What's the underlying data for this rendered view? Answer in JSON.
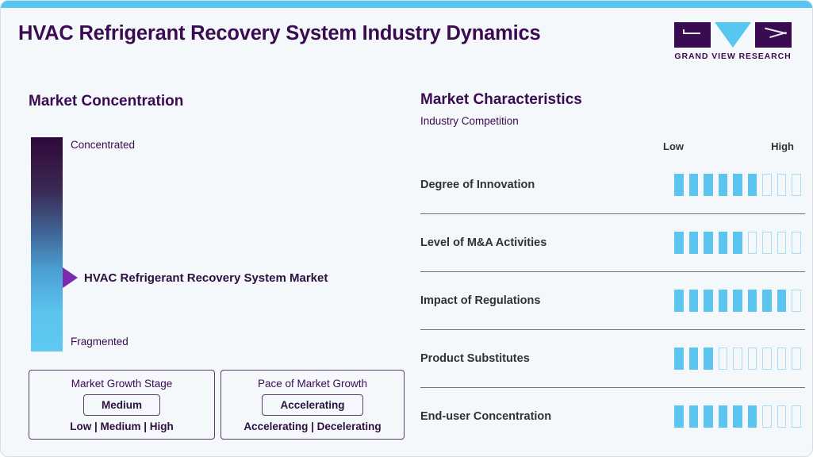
{
  "header": {
    "title": "HVAC Refrigerant Recovery System Industry Dynamics",
    "logo_text": "GRAND VIEW RESEARCH"
  },
  "market_concentration": {
    "title": "Market Concentration",
    "top_label": "Concentrated",
    "bottom_label": "Fragmented",
    "marker_label": "HVAC Refrigerant Recovery System Market",
    "growth_stage": {
      "heading": "Market Growth Stage",
      "value": "Medium",
      "options": "Low | Medium | High"
    },
    "growth_pace": {
      "heading": "Pace of Market Growth",
      "value": "Accelerating",
      "options": "Accelerating | Decelerating"
    }
  },
  "market_characteristics": {
    "title": "Market Characteristics",
    "subtitle": "Industry Competition",
    "scale_low": "Low",
    "scale_high": "High"
  },
  "chart_data": {
    "type": "bar",
    "title": "Market Characteristics - Industry Competition",
    "xlabel": "",
    "ylabel": "",
    "scale_min_label": "Low",
    "scale_max_label": "High",
    "max_ticks": 9,
    "categories": [
      "Degree of Innovation",
      "Level of M&A Activities",
      "Impact of Regulations",
      "Product Substitutes",
      "End-user Concentration"
    ],
    "values": [
      6,
      5,
      8,
      3,
      6
    ],
    "ylim": [
      0,
      9
    ],
    "grid": false,
    "legend": "none",
    "colors": {
      "filled": "#5bc4ef",
      "empty_outline": "#a8ddf5"
    }
  },
  "colors": {
    "accent_top": "#56c7f0",
    "brand_purple": "#3b0b52",
    "marker_purple": "#7b2bab",
    "background": "#f4f8fb",
    "gradient_top": "#2d0a3f",
    "gradient_bottom": "#5ec9f2"
  }
}
